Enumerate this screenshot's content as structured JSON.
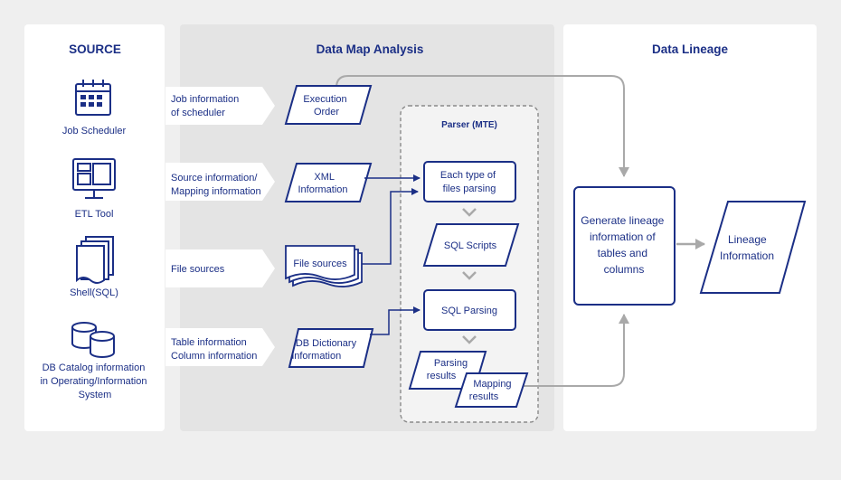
{
  "panels": {
    "source": "SOURCE",
    "analysis": "Data Map Analysis",
    "lineage": "Data Lineage"
  },
  "sources": [
    {
      "label": "Job Scheduler",
      "icon": "calendar-icon"
    },
    {
      "label": "ETL Tool",
      "icon": "monitor-icon"
    },
    {
      "label": "Shell(SQL)",
      "icon": "documents-icon"
    },
    {
      "label_lines": [
        "DB Catalog information",
        "in Operating/Information",
        "System"
      ],
      "icon": "database-icon"
    }
  ],
  "inputs": [
    {
      "lines": [
        "Job information",
        "of scheduler"
      ]
    },
    {
      "lines": [
        "Source information/",
        "Mapping information"
      ]
    },
    {
      "lines": [
        "File sources"
      ]
    },
    {
      "lines": [
        "Table information",
        "Column information"
      ]
    }
  ],
  "data_nodes": {
    "execution_order": [
      "Execution",
      "Order"
    ],
    "xml_information": [
      "XML",
      "Information"
    ],
    "file_sources": [
      "File sources"
    ],
    "db_dictionary": [
      "DB Dictionary",
      "information"
    ]
  },
  "parser": {
    "title": "Parser (MTE)",
    "each_type": [
      "Each type of",
      "files parsing"
    ],
    "sql_scripts": [
      "SQL Scripts"
    ],
    "sql_parsing": [
      "SQL Parsing"
    ],
    "parsing_results": [
      "Parsing",
      "results"
    ],
    "mapping_results": [
      "Mapping",
      "results"
    ]
  },
  "lineage": {
    "generate": [
      "Generate lineage",
      "information of",
      "tables and",
      "columns"
    ],
    "output": [
      "Lineage",
      "Information"
    ]
  },
  "colors": {
    "navy": "#1b2f86",
    "panel_white": "#ffffff",
    "panel_gray": "#e4e4e4",
    "background": "#efefef",
    "arrow_gray": "#a9a9a9"
  }
}
